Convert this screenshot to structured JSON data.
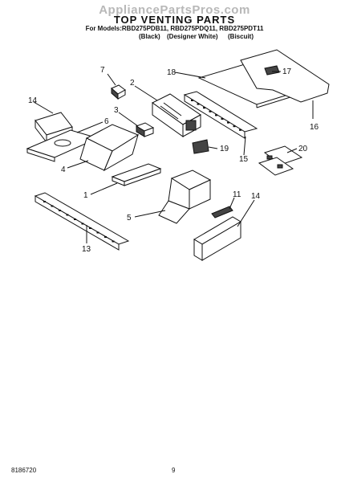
{
  "header": {
    "watermark": "AppliancePartsPros.com",
    "title": "TOP VENTING PARTS",
    "models": "For Models:RBD275PDB11, RBD275PDQ11, RBD275PDT11",
    "variants": [
      "(Black)",
      "(Designer White)",
      "(Biscuit)"
    ]
  },
  "callouts": [
    "1",
    "2",
    "3",
    "4",
    "5",
    "6",
    "7",
    "11",
    "13",
    "14",
    "14",
    "15",
    "16",
    "17",
    "18",
    "19",
    "20"
  ],
  "footer": {
    "doc_number": "8186720",
    "page": "9"
  }
}
